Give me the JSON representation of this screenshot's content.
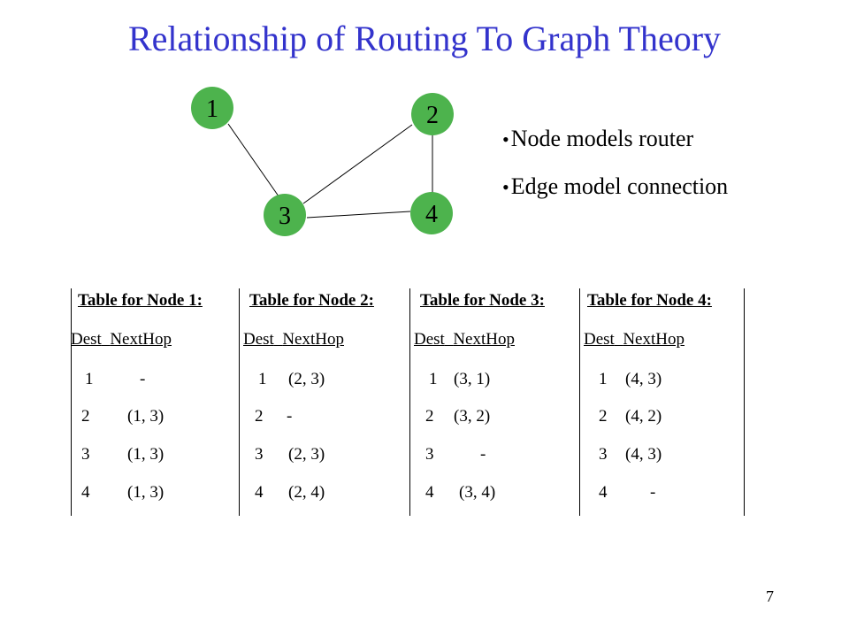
{
  "title": "Relationship of Routing To Graph Theory",
  "colors": {
    "title": "#3333cc",
    "node_fill": "#4db34d",
    "edge": "#000000"
  },
  "graph": {
    "nodes": [
      {
        "id": "1",
        "label": "1"
      },
      {
        "id": "2",
        "label": "2"
      },
      {
        "id": "3",
        "label": "3"
      },
      {
        "id": "4",
        "label": "4"
      }
    ],
    "edges": [
      {
        "from": "1",
        "to": "3"
      },
      {
        "from": "3",
        "to": "2"
      },
      {
        "from": "2",
        "to": "4"
      },
      {
        "from": "3",
        "to": "4"
      }
    ]
  },
  "bullets": {
    "items": [
      {
        "marker": "•",
        "text": "Node models router"
      },
      {
        "marker": "•",
        "text": "Edge model connection"
      }
    ]
  },
  "tables": [
    {
      "heading": "Table for Node 1:",
      "col_dest": "Dest",
      "col_nexthop": "NextHop",
      "rows": [
        {
          "dest": "1",
          "hop": "-"
        },
        {
          "dest": "2",
          "hop": "(1, 3)"
        },
        {
          "dest": "3",
          "hop": "(1, 3)"
        },
        {
          "dest": "4",
          "hop": "(1, 3)"
        }
      ]
    },
    {
      "heading": "Table for Node 2:",
      "col_dest": "Dest",
      "col_nexthop": "NextHop",
      "rows": [
        {
          "dest": "1",
          "hop": "(2, 3)"
        },
        {
          "dest": "2",
          "hop": "-"
        },
        {
          "dest": "3",
          "hop": "(2, 3)"
        },
        {
          "dest": "4",
          "hop": "(2, 4)"
        }
      ]
    },
    {
      "heading": "Table for Node 3:",
      "col_dest": "Dest",
      "col_nexthop": "NextHop",
      "rows": [
        {
          "dest": "1",
          "hop": "(3, 1)"
        },
        {
          "dest": "2",
          "hop": "(3, 2)"
        },
        {
          "dest": "3",
          "hop": "-"
        },
        {
          "dest": "4",
          "hop": "(3, 4)"
        }
      ]
    },
    {
      "heading": "Table for Node 4:",
      "col_dest": "Dest",
      "col_nexthop": "NextHop",
      "rows": [
        {
          "dest": "1",
          "hop": "(4, 3)"
        },
        {
          "dest": "2",
          "hop": "(4, 2)"
        },
        {
          "dest": "3",
          "hop": "(4, 3)"
        },
        {
          "dest": "4",
          "hop": "-"
        }
      ]
    }
  ],
  "page_number": "7"
}
